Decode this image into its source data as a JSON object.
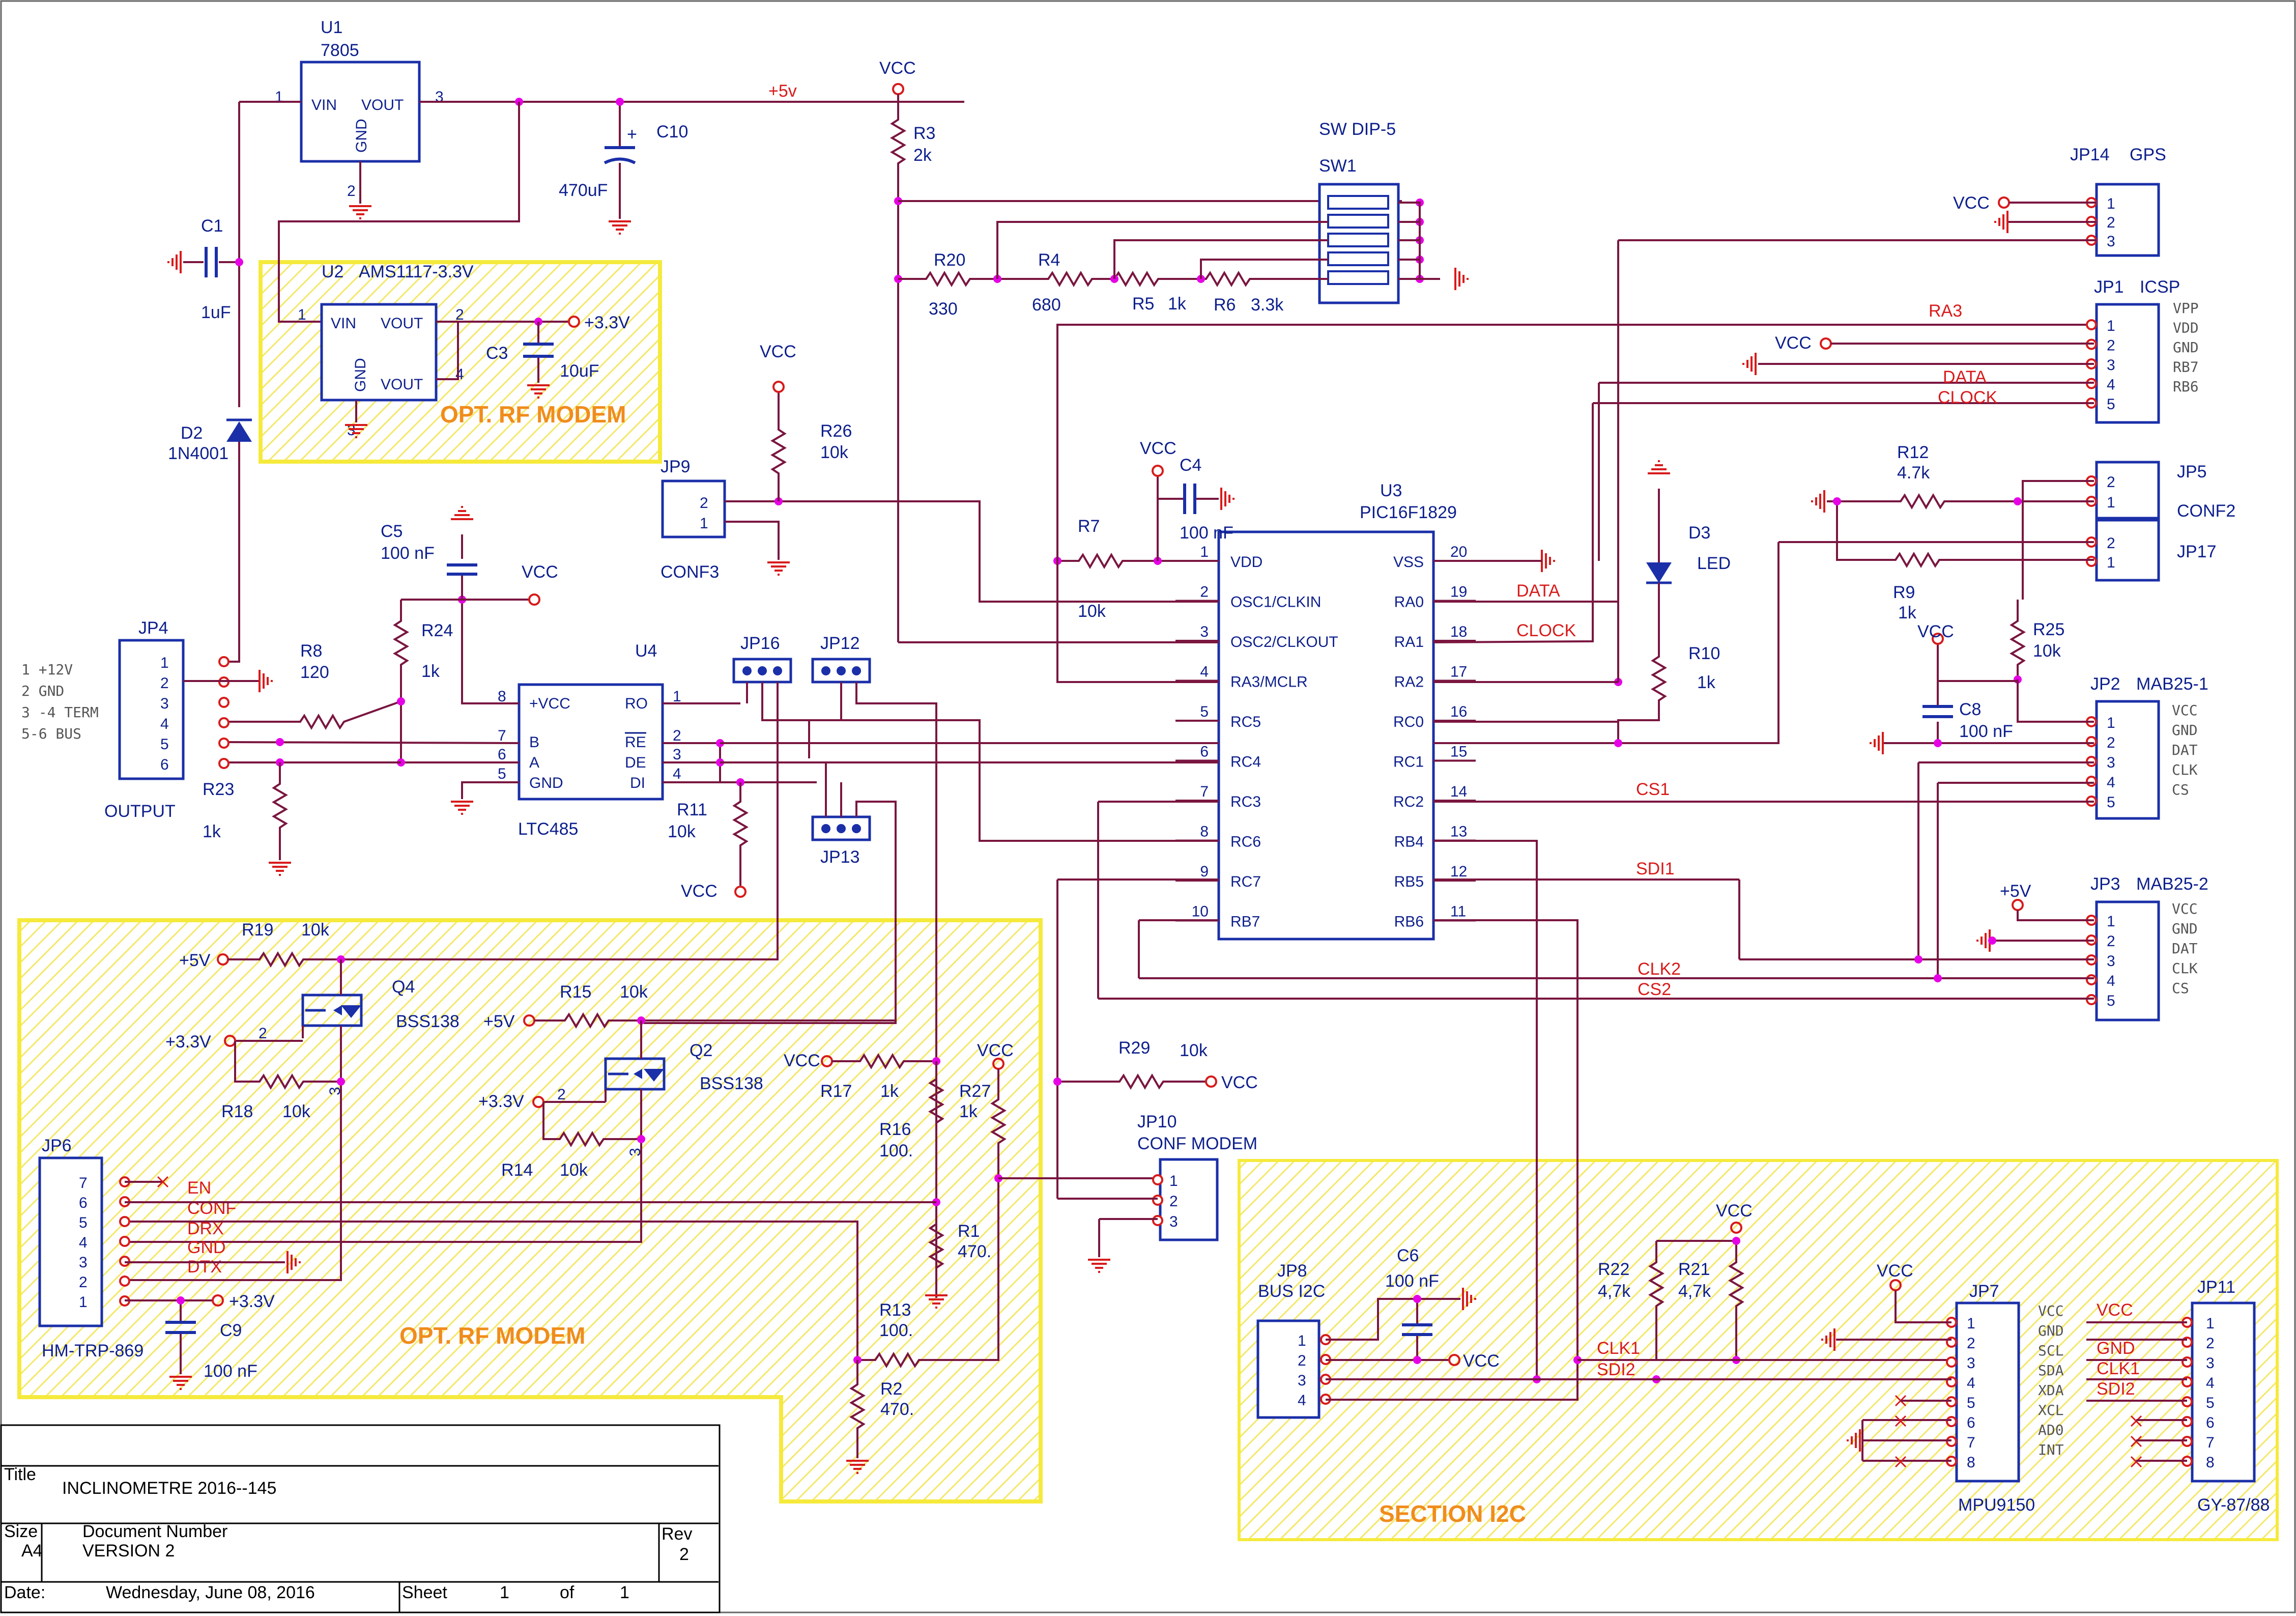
{
  "sheet": {
    "sections": {
      "rf_modem_top": "OPT. RF MODEM",
      "rf_modem_bottom": "OPT. RF MODEM",
      "i2c": "SECTION I2C"
    },
    "title_block": {
      "title_label": "Title",
      "title": "INCLINOMETRE 2016--145",
      "size_label": "Size",
      "size": "A4",
      "docnum_label": "Document Number",
      "docnum": "VERSION 2",
      "rev_label": "Rev",
      "rev": "2",
      "date_label": "Date:",
      "date": "Wednesday, June 08, 2016",
      "sheet_label": "Sheet",
      "sheet_num": "1",
      "of_label": "of",
      "sheet_total": "1"
    },
    "power": {
      "u1_ref": "U1",
      "u1_val": "7805",
      "u1_vin": "VIN",
      "u1_vout": "VOUT",
      "u1_gnd": "GND",
      "pin1": "1",
      "pin3": "3",
      "pin2": "2",
      "plus5v_net": "+5v",
      "vcc_top": "VCC",
      "c10_ref": "C10",
      "c10_val": "470uF",
      "c10_plus": "+",
      "c1_ref": "C1",
      "c1_val": "1uF",
      "d2_ref": "D2",
      "d2_val": "1N4001",
      "u2_ref": "U2",
      "u2_val": "AMS1117-3.3V",
      "u2_vin": "VIN",
      "u2_vout": "VOUT",
      "u2_vout2": "VOUT",
      "u2_gnd": "GND",
      "u2_p1": "1",
      "u2_p2": "2",
      "u2_p4": "4",
      "u2_p3": "3",
      "plus33v": "+3.3V",
      "c3_ref": "C3",
      "c3_val": "10uF"
    },
    "dip": {
      "r3_ref": "R3",
      "r3_val": "2k",
      "sw_title": "SW DIP-5",
      "sw_ref": "SW1",
      "r20_ref": "R20",
      "r20_val": "330",
      "r4_ref": "R4",
      "r4_val": "680",
      "r5_ref": "R5",
      "r5_val": "1k",
      "r6_ref": "R6",
      "r6_val": "3.3k"
    },
    "mcu": {
      "ref": "U3",
      "val": "PIC16F1829",
      "left_pins": [
        {
          "num": "1",
          "name": "VDD"
        },
        {
          "num": "2",
          "name": "OSC1/CLKIN"
        },
        {
          "num": "3",
          "name": "OSC2/CLKOUT"
        },
        {
          "num": "4",
          "name": "RA3/MCLR"
        },
        {
          "num": "5",
          "name": "RC5"
        },
        {
          "num": "6",
          "name": "RC4"
        },
        {
          "num": "7",
          "name": "RC3"
        },
        {
          "num": "8",
          "name": "RC6"
        },
        {
          "num": "9",
          "name": "RC7"
        },
        {
          "num": "10",
          "name": "RB7"
        }
      ],
      "right_pins": [
        {
          "num": "20",
          "name": "VSS"
        },
        {
          "num": "19",
          "name": "RA0"
        },
        {
          "num": "18",
          "name": "RA1"
        },
        {
          "num": "17",
          "name": "RA2"
        },
        {
          "num": "16",
          "name": "RC0"
        },
        {
          "num": "15",
          "name": "RC1"
        },
        {
          "num": "14",
          "name": "RC2"
        },
        {
          "num": "13",
          "name": "RB4"
        },
        {
          "num": "12",
          "name": "RB5"
        },
        {
          "num": "11",
          "name": "RB6"
        }
      ],
      "net_data": "DATA",
      "net_clock": "CLOCK",
      "net_cs1": "CS1",
      "net_sdi1": "SDI1",
      "r7_ref": "R7",
      "r7_val": "10k",
      "vcc_r7": "VCC",
      "c4_ref": "C4",
      "c4_val": "100 nF"
    },
    "conf3": {
      "jp9_ref": "JP9",
      "p2": "2",
      "p1": "1",
      "label": "CONF3",
      "vcc": "VCC",
      "r26_ref": "R26",
      "r26_val": "10k"
    },
    "rs485": {
      "u4_ref": "U4",
      "u4_val": "LTC485",
      "vcc_pin": "+VCC",
      "b": "B",
      "a": "A",
      "gnd": "GND",
      "ro": "RO",
      "re": "RE",
      "de": "DE",
      "di": "DI",
      "p8": "8",
      "p7": "7",
      "p6": "6",
      "p5": "5",
      "p1": "1",
      "p2": "2",
      "p3": "3",
      "p4": "4",
      "c5_ref": "C5",
      "c5_val": "100 nF",
      "vcc_c5": "VCC",
      "r24_ref": "R24",
      "r24_val": "1k",
      "r8_ref": "R8",
      "r8_val": "120",
      "r23_ref": "R23",
      "r23_val": "1k",
      "r11_ref": "R11",
      "r11_val": "10k",
      "vcc_r11": "VCC",
      "jp16": "JP16",
      "jp12": "JP12",
      "jp13": "JP13"
    },
    "jp4": {
      "ref": "JP4",
      "label": "OUTPUT",
      "pins": [
        "1",
        "2",
        "3",
        "4",
        "5",
        "6"
      ],
      "legend": [
        "1 +12V",
        "2 GND",
        "3 -4 TERM",
        "5-6 BUS"
      ]
    },
    "jp14": {
      "ref": "JP14",
      "name": "GPS",
      "vcc": "VCC",
      "pins": [
        "1",
        "2",
        "3"
      ]
    },
    "jp1": {
      "ref": "JP1",
      "name": "ICSP",
      "pins": [
        "1",
        "2",
        "3",
        "4",
        "5"
      ],
      "sigs": [
        "VPP",
        "VDD",
        "GND",
        "RB7",
        "RB6"
      ],
      "vcc": "VCC",
      "net_ra3": "RA3",
      "net_data": "DATA",
      "net_clock": "CLOCK"
    },
    "jp5": {
      "ref": "JP5",
      "name": "CONF2",
      "pins": [
        "2",
        "1"
      ],
      "r12_ref": "R12",
      "r12_val": "4.7k"
    },
    "jp17": {
      "ref": "JP17",
      "pins": [
        "2",
        "1"
      ],
      "r9_ref": "R9",
      "r9_val": "1k"
    },
    "d3": {
      "ref": "D3",
      "val": "LED",
      "r10_ref": "R10",
      "r10_val": "1k"
    },
    "jp2": {
      "ref": "JP2",
      "name": "MAB25-1",
      "pins": [
        "1",
        "2",
        "3",
        "4",
        "5"
      ],
      "sigs": [
        "VCC",
        "GND",
        "DAT",
        "CLK",
        "CS"
      ],
      "r25_ref": "R25",
      "r25_val": "10k",
      "vcc": "VCC",
      "c8_ref": "C8",
      "c8_val": "100 nF"
    },
    "jp3": {
      "ref": "JP3",
      "name": "MAB25-2",
      "pins": [
        "1",
        "2",
        "3",
        "4",
        "5"
      ],
      "sigs": [
        "VCC",
        "GND",
        "DAT",
        "CLK",
        "CS"
      ],
      "plus5v": "+5V",
      "net_clk2": "CLK2",
      "net_cs2": "CS2"
    },
    "rf": {
      "r19_ref": "R19",
      "r19_val": "10k",
      "plus5v_a": "+5V",
      "q4_ref": "Q4",
      "q4_val": "BSS138",
      "plus33_a": "+3.3V",
      "q4_p2": "2",
      "q4_p3": "3",
      "r18_ref": "R18",
      "r18_val": "10k",
      "r15_ref": "R15",
      "r15_val": "10k",
      "plus5v_b": "+5V",
      "q2_ref": "Q2",
      "q2_val": "BSS138",
      "plus33_b": "+3.3V",
      "q2_p2": "2",
      "q2_p3": "3",
      "r14_ref": "R14",
      "r14_val": "10k",
      "vcc_r17": "VCC",
      "r17_ref": "R17",
      "r17_val": "1k",
      "r16_ref": "R16",
      "r16_val": "100.",
      "r27_ref": "R27",
      "r27_val": "1k",
      "vcc_r27": "VCC",
      "r1_ref": "R1",
      "r1_val": "470.",
      "r13_ref": "R13",
      "r13_val": "100.",
      "r2_ref": "R2",
      "r2_val": "470.",
      "jp6_ref": "JP6",
      "jp6_val": "HM-TRP-869",
      "jp6_pins": [
        "7",
        "6",
        "5",
        "4",
        "3",
        "2",
        "1"
      ],
      "nets": [
        "EN",
        "CONF",
        "DRX",
        "GND",
        "DTX"
      ],
      "c9_ref": "C9",
      "c9_val": "100 nF",
      "plus33_c9": "+3.3V"
    },
    "jp10": {
      "ref": "JP10",
      "name": "CONF MODEM",
      "pins": [
        "1",
        "2",
        "3"
      ],
      "r29_ref": "R29",
      "r29_val": "10k",
      "vcc": "VCC"
    },
    "i2c": {
      "jp8_ref": "JP8",
      "jp8_name": "BUS I2C",
      "pins": [
        "1",
        "2",
        "3",
        "4"
      ],
      "c6_ref": "C6",
      "c6_val": "100 nF",
      "vcc_c6": "VCC",
      "r22_ref": "R22",
      "r22_val": "4,7k",
      "r21_ref": "R21",
      "r21_val": "4,7k",
      "vcc_r": "VCC",
      "net_clk1": "CLK1",
      "net_sdi2": "SDI2",
      "jp7_ref": "JP7",
      "jp7_name": "MPU9150",
      "jp7_pins": [
        "1",
        "2",
        "3",
        "4",
        "5",
        "6",
        "7",
        "8"
      ],
      "jp7_sigs": [
        "VCC",
        "GND",
        "SCL",
        "SDA",
        "XDA",
        "XCL",
        "AD0",
        "INT"
      ],
      "vcc_jp7": "VCC",
      "jp11_ref": "JP11",
      "jp11_name": "GY-87/88",
      "jp11_pins": [
        "1",
        "2",
        "3",
        "4",
        "5",
        "6",
        "7",
        "8"
      ],
      "jp11_nets": [
        "VCC",
        "GND",
        "CLK1",
        "SDI2"
      ]
    },
    "colors": {
      "wire": "#7a1640",
      "component": "#1a2fa8",
      "net_label": "#d81b1b",
      "junction": "#e600e6",
      "section_fill": "#fff9b0",
      "section_border": "#f5ea3c",
      "section_title": "#f08c1c"
    }
  }
}
